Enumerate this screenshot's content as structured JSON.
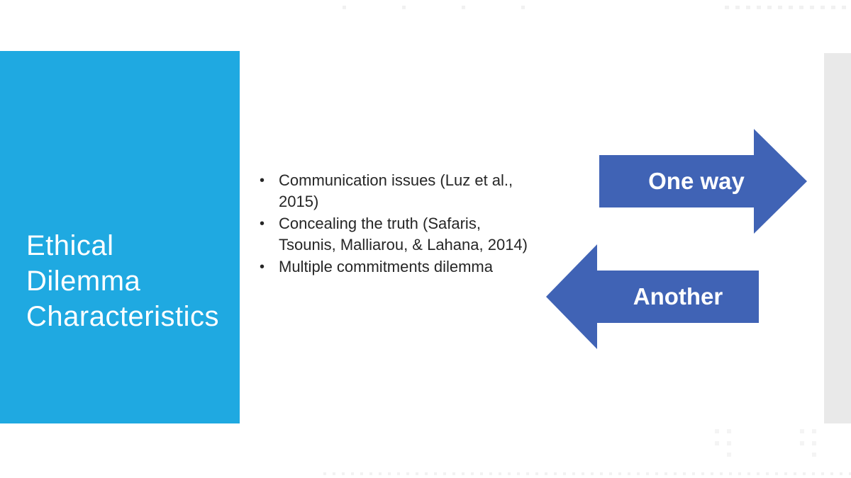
{
  "slide": {
    "title": "Ethical Dilemma Characteristics",
    "bullet_glyph": "•",
    "bullets": [
      "Communication issues (Luz et al., 2015)",
      "Concealing the truth (Safaris, Tsounis, Malliarou, & Lahana, 2014)",
      "Multiple commitments dilemma"
    ],
    "arrows": {
      "one_way": {
        "label": "One way",
        "direction": "right"
      },
      "another": {
        "label": "Another",
        "direction": "left"
      }
    },
    "colors": {
      "title_panel": "#1FA9E1",
      "title_text": "#FFFFFF",
      "arrow_fill": "#4063B5",
      "arrow_label_text": "#FFFFFF",
      "body_text": "#262626",
      "side_strip": "#E9E9E9"
    }
  }
}
